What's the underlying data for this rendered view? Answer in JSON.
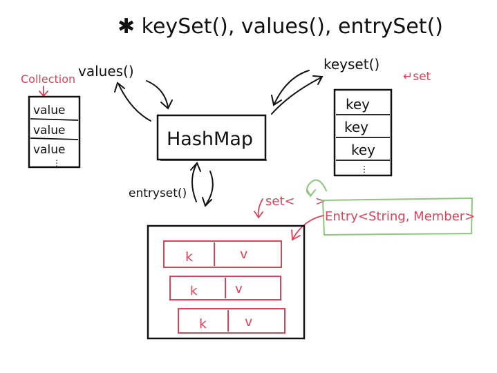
{
  "title": "✱ keySet(), values(), entrySet()",
  "hashmap": {
    "label": "HashMap"
  },
  "values_side": {
    "method": "values()",
    "type_label": "Collection",
    "items": [
      "value",
      "value",
      "value",
      "⋮"
    ]
  },
  "keys_side": {
    "method": "keyset()",
    "type_label": "↵set",
    "items": [
      "key",
      "key",
      "key",
      "⋮"
    ]
  },
  "entry_side": {
    "method": "entryset()",
    "set_label": "set<",
    "set_close": ">",
    "entry_label": "Entry<String, Member>",
    "rows": [
      {
        "k": "k",
        "v": "v"
      },
      {
        "k": "k",
        "v": "v"
      },
      {
        "k": "k",
        "v": "v"
      }
    ]
  },
  "colors": {
    "ink": "#111111",
    "accent_red": "#e0405a",
    "accent_green": "#8bc87a"
  }
}
